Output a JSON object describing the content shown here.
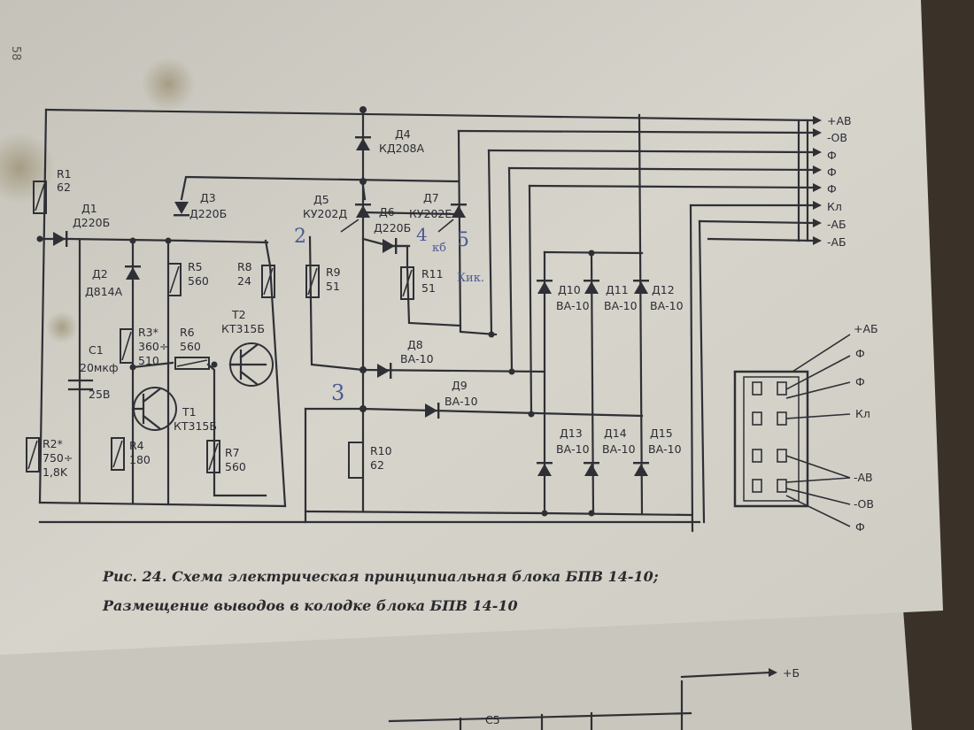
{
  "page_number": "58",
  "components": {
    "R1": {
      "name": "R1",
      "value": "62"
    },
    "R2": {
      "name": "R2*",
      "value1": "750÷",
      "value2": "1,8K"
    },
    "R3": {
      "name": "R3*",
      "value1": "360÷",
      "value2": "510"
    },
    "R4": {
      "name": "R4",
      "value": "180"
    },
    "R5": {
      "name": "R5",
      "value": "560"
    },
    "R6": {
      "name": "R6",
      "value": "560"
    },
    "R7": {
      "name": "R7",
      "value": "560"
    },
    "R8": {
      "name": "R8",
      "value": "24"
    },
    "R9": {
      "name": "R9",
      "value": "51"
    },
    "R10": {
      "name": "R10",
      "value": "62"
    },
    "R11": {
      "name": "R11",
      "value": "51"
    },
    "C1": {
      "name": "C1",
      "value1": "20мкф",
      "value2": "25В"
    },
    "T1": {
      "name": "T1",
      "type": "КТ315Б"
    },
    "T2": {
      "name": "T2",
      "type": "КТ315Б"
    },
    "D1": {
      "name": "Д1",
      "type": "Д220Б"
    },
    "D2": {
      "name": "Д2",
      "type": "Д814А"
    },
    "D3": {
      "name": "Д3",
      "type": "Д220Б"
    },
    "D4": {
      "name": "Д4",
      "type": "КД208А"
    },
    "D5": {
      "name": "Д5",
      "type": "КУ202Д"
    },
    "D6": {
      "name": "Д6",
      "type": "Д220Б"
    },
    "D7": {
      "name": "Д7",
      "type": "КУ202Е"
    },
    "D8": {
      "name": "Д8",
      "type": "ВА-10"
    },
    "D9": {
      "name": "Д9",
      "type": "ВА-10"
    },
    "D10": {
      "name": "Д10",
      "type": "ВА-10"
    },
    "D11": {
      "name": "Д11",
      "type": "ВА-10"
    },
    "D12": {
      "name": "Д12",
      "type": "ВА-10"
    },
    "D13": {
      "name": "Д13",
      "type": "ВА-10"
    },
    "D14": {
      "name": "Д14",
      "type": "ВА-10"
    },
    "D15": {
      "name": "Д15",
      "type": "ВА-10"
    }
  },
  "outputs": [
    "+АВ",
    "-ОВ",
    "Ф",
    "Ф",
    "Ф",
    "Кл",
    "-АБ",
    "-АБ"
  ],
  "connector_labels": [
    "+АБ",
    "Ф",
    "Ф",
    "Кл",
    "-АВ",
    "-ОВ",
    "Ф"
  ],
  "handwritten": {
    "n2": "2",
    "n3": "3",
    "n4": "4",
    "n5": "5",
    "note1": "кб",
    "note2": "Кик."
  },
  "caption": {
    "line1": "Рис. 24. Схема электрическая принципиальная блока БПВ 14-10;",
    "line2": "Размещение выводов в колодке блока БПВ 14-10"
  },
  "next_page": {
    "output": "+Б",
    "component": "С5"
  },
  "colors": {
    "paper": "#d3d1c8",
    "ink": "#2f3036",
    "pencil": "#4c5a92",
    "background": "#3a3128"
  }
}
